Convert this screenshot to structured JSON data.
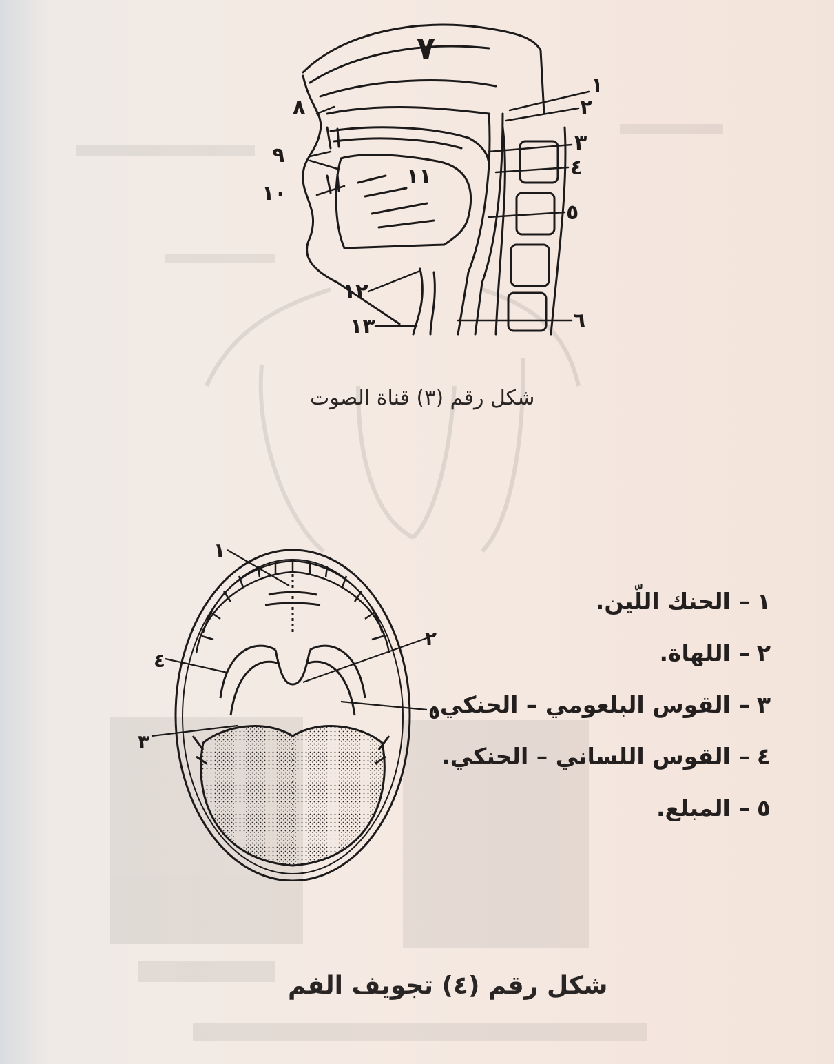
{
  "figure3": {
    "caption": "شكل رقم (٣) قناة الصوت",
    "labels": [
      "١",
      "٢",
      "٣",
      "٤",
      "٥",
      "٦",
      "٧",
      "٨",
      "٩",
      "١٠",
      "١١",
      "١٢",
      "١٣"
    ]
  },
  "figure4": {
    "caption": "شكل رقم (٤) تجويف الفم",
    "labels": [
      "١",
      "٢",
      "٣",
      "٤",
      "٥"
    ]
  },
  "legend": [
    {
      "num": "١",
      "text": "– الحنك اللّين."
    },
    {
      "num": "٢",
      "text": "– اللهاة."
    },
    {
      "num": "٣",
      "text": "– القوس البلعومي – الحنكي."
    },
    {
      "num": "٤",
      "text": "– القوس اللساني – الحنكي."
    },
    {
      "num": "٥",
      "text": "– المبلع."
    }
  ]
}
